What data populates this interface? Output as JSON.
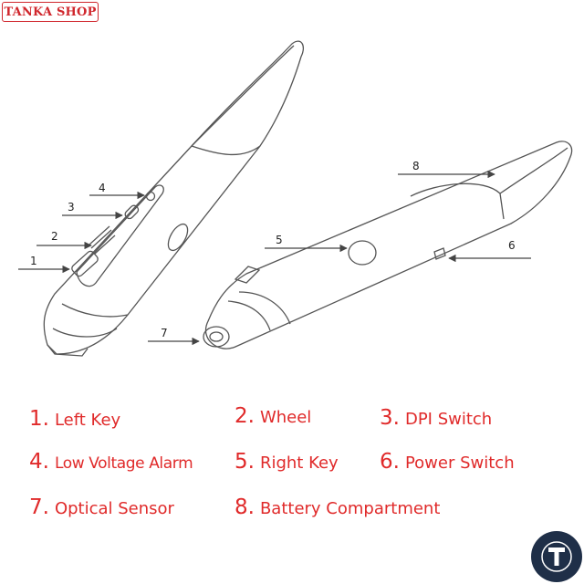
{
  "brand": {
    "logo_text": "TANKA SHOP"
  },
  "callouts": [
    {
      "id": "c1",
      "number": "1"
    },
    {
      "id": "c2",
      "number": "2"
    },
    {
      "id": "c3",
      "number": "3"
    },
    {
      "id": "c4",
      "number": "4"
    },
    {
      "id": "c5",
      "number": "5"
    },
    {
      "id": "c6",
      "number": "6"
    },
    {
      "id": "c7",
      "number": "7"
    },
    {
      "id": "c8",
      "number": "8"
    }
  ],
  "legend": [
    {
      "number": "1.",
      "label": "Left Key"
    },
    {
      "number": "2.",
      "label": "Wheel"
    },
    {
      "number": "3.",
      "label": "DPI Switch"
    },
    {
      "number": "4.",
      "label": "Low Voltage Alarm"
    },
    {
      "number": "5.",
      "label": "Right Key"
    },
    {
      "number": "6.",
      "label": "Power Switch"
    },
    {
      "number": "7.",
      "label": "Optical Sensor"
    },
    {
      "number": "8.",
      "label": "Battery Compartment"
    }
  ],
  "colors": {
    "accent": "#e02a2a",
    "badge": "#1f2f48",
    "line": "#555555"
  },
  "badge_icon": "t-letter-icon"
}
